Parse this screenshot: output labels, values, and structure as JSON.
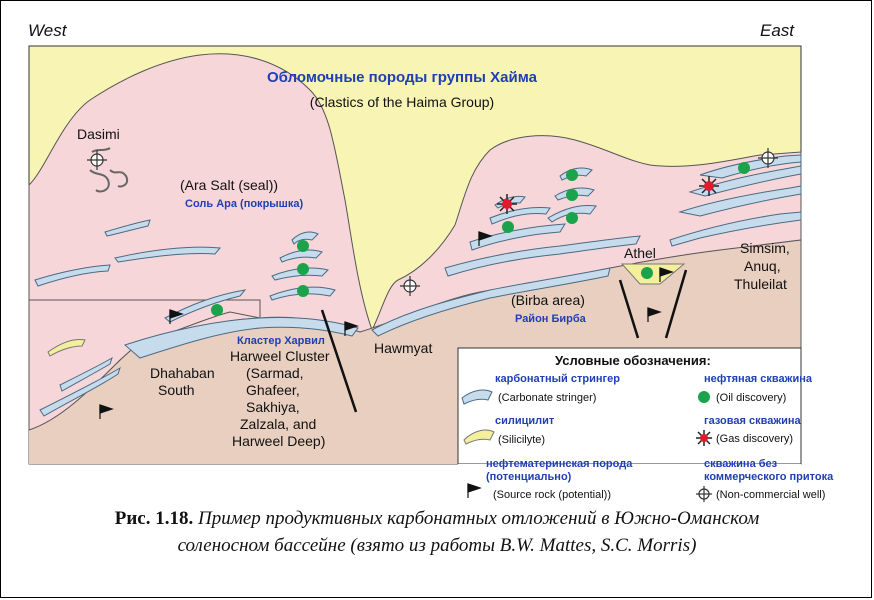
{
  "direction": {
    "west": "West",
    "east": "East"
  },
  "title": {
    "ru": "Обломочные породы группы Хайма",
    "en": "(Clastics of the Haima Group)"
  },
  "labels": {
    "dasimi": "Dasimi",
    "ara_salt_en": "(Ara Salt (seal))",
    "ara_salt_ru": "Соль Ара (покрышка)",
    "athel": "Athel",
    "simsim": [
      "Simsim,",
      "Anuq,",
      "Thuleilat"
    ],
    "birba_en": "(Birba area)",
    "birba_ru": "Район Бирба",
    "harweel_ru": "Кластер Харвил",
    "harweel_en": [
      "Harweel Cluster",
      "(Sarmad,",
      "Ghafeer,",
      "Sakhiya,",
      "Zalzala, and",
      "Harweel Deep)"
    ],
    "hawmyat": "Hawmyat",
    "dhahaban": [
      "Dhahaban",
      "South"
    ]
  },
  "legend": {
    "heading": "Условные обозначения:",
    "items": [
      {
        "ru": "карбонатный стрингер",
        "en": "(Carbonate stringer)",
        "symbol": "stringer"
      },
      {
        "ru": "силицилит",
        "en": "(Silicilyte)",
        "symbol": "silicilyte"
      },
      {
        "ru": [
          "нефтематеринская порода",
          "(потенциально)"
        ],
        "en": "(Source rock (potential))",
        "symbol": "flag"
      },
      {
        "ru": "нефтяная скважина",
        "en": "(Oil discovery)",
        "symbol": "oil-dot"
      },
      {
        "ru": "газовая скважина",
        "en": "(Gas discovery)",
        "symbol": "gas-star"
      },
      {
        "ru": [
          "скважина без",
          "коммерческого притока"
        ],
        "en": "(Non-commercial well)",
        "symbol": "well-circle"
      }
    ]
  },
  "caption": {
    "fig": "Рис. 1.18.",
    "line1": "Пример продуктивных карбонатных отложений в Южно-Оманском",
    "line2": "соленосном бассейне (взято из работы B.W. Mattes, S.C. Morris)"
  },
  "colors": {
    "haima": "#f7f4b4",
    "salt": "#f6d6d8",
    "basement": "#e8cfc0",
    "stringer": "#c6dcec",
    "silicilyte": "#f3ef9c",
    "oil": "#1aa34a",
    "gas": "#e01b2e",
    "russian_text": "#1f3fb3"
  }
}
